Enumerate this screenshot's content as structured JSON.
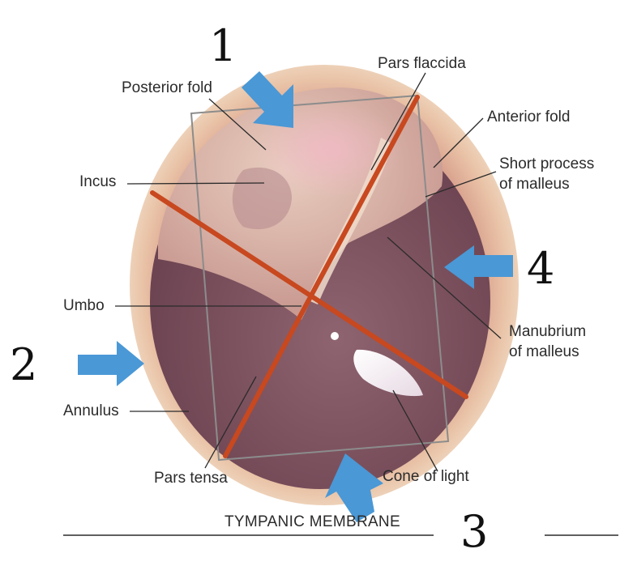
{
  "diagram": {
    "caption": "TYMPANIC MEMBRANE",
    "labels": {
      "posterior_fold": "Posterior fold",
      "pars_flaccida": "Pars flaccida",
      "anterior_fold": "Anterior fold",
      "short_process_line1": "Short process",
      "short_process_line2": "of malleus",
      "incus": "Incus",
      "umbo": "Umbo",
      "manubrium_line1": "Manubrium",
      "manubrium_line2": "of malleus",
      "annulus": "Annulus",
      "pars_tensa": "Pars tensa",
      "cone_of_light": "Cone of light"
    },
    "quadrant_numbers": {
      "q1": "1",
      "q2": "2",
      "q3": "3",
      "q4": "4"
    }
  },
  "colors": {
    "membrane_rim": "#e3b59a",
    "membrane_dark": "#7a4f5c",
    "quadrant_lines": "#c8481f",
    "box_outline": "#8c8c8c",
    "arrows": "#4a98d6",
    "leader_lines": "#2b2b2b"
  }
}
